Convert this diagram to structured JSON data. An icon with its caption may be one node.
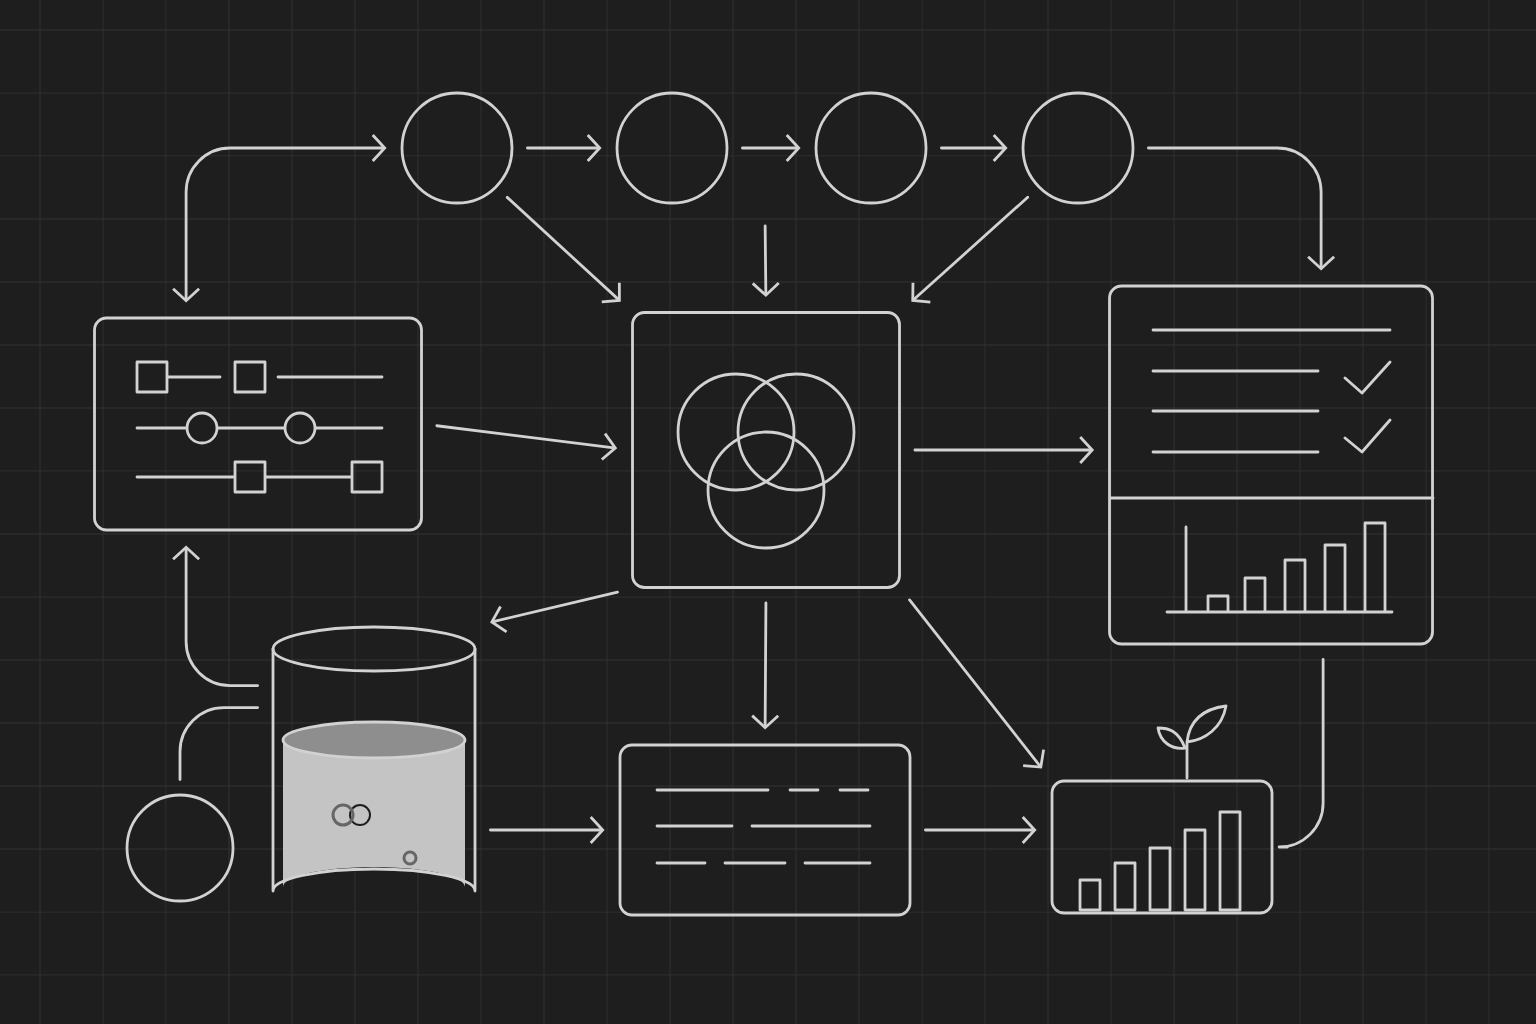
{
  "diagram": {
    "nodes": [
      {
        "text": [],
        "shape": "circle"
      },
      {
        "text": [],
        "shape": "circle"
      },
      {
        "text": [],
        "shape": "circle"
      },
      {
        "text": [],
        "shape": "circle"
      },
      {
        "text": [],
        "shape": "box"
      },
      {
        "text": [],
        "shape": "box"
      },
      {
        "text": [],
        "shape": "box"
      },
      {
        "text": [],
        "shape": "circle"
      },
      {
        "text": [],
        "shape": "cylinder"
      },
      {
        "text": [],
        "shape": "box"
      },
      {
        "text": [],
        "shape": "box"
      }
    ],
    "edges": [
      {
        "from": 4,
        "to": 0,
        "arrow": "both"
      },
      {
        "from": 0,
        "to": 1,
        "arrow": "to"
      },
      {
        "from": 1,
        "to": 2,
        "arrow": "to"
      },
      {
        "from": 2,
        "to": 3,
        "arrow": "to"
      },
      {
        "from": 3,
        "to": 6,
        "arrow": "to"
      },
      {
        "from": 0,
        "to": 5,
        "arrow": "to"
      },
      {
        "from": null,
        "to": 5,
        "arrow": "to"
      },
      {
        "from": 3,
        "to": 5,
        "arrow": "to"
      },
      {
        "from": 4,
        "to": 5,
        "arrow": "to"
      },
      {
        "from": 5,
        "to": 6,
        "arrow": "to"
      },
      {
        "from": 8,
        "to": 4,
        "arrow": "to"
      },
      {
        "from": 7,
        "to": 8,
        "arrow": "none"
      },
      {
        "from": 5,
        "to": 8,
        "arrow": "to"
      },
      {
        "from": 5,
        "to": 9,
        "arrow": "to"
      },
      {
        "from": 5,
        "to": 10,
        "arrow": "to"
      },
      {
        "from": 8,
        "to": 9,
        "arrow": "to"
      },
      {
        "from": 9,
        "to": 10,
        "arrow": "to"
      },
      {
        "from": 6,
        "to": 10,
        "arrow": "none"
      }
    ]
  }
}
